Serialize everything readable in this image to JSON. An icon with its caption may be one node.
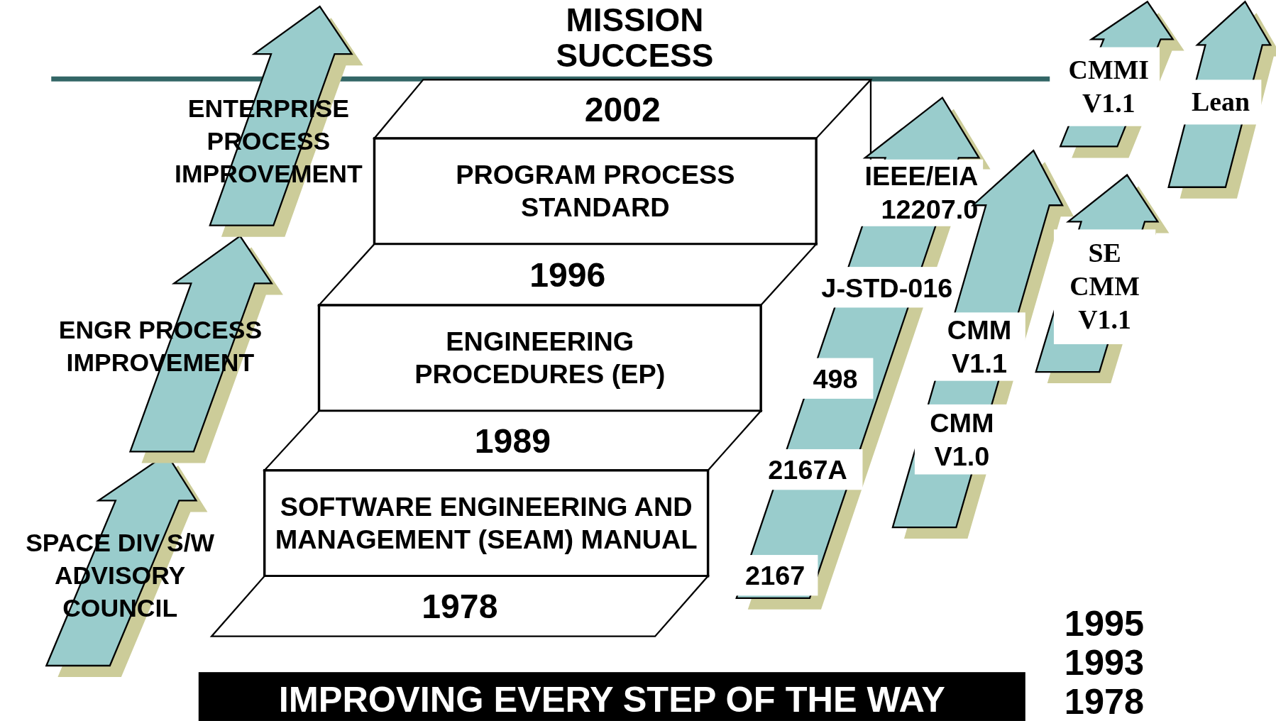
{
  "diagram": {
    "title": "MISSION SUCCESS",
    "caption": "IMPROVING EVERY STEP OF THE WAY",
    "nodes": [
      {
        "text": [
          "SPACE DIV S/W ADVISORY COUNCIL"
        ]
      },
      {
        "text": [
          "ENGR PROCESS IMPROVEMENT"
        ]
      },
      {
        "text": [
          "ENTERPRISE PROCESS IMPROVEMENT"
        ]
      },
      {
        "text": [
          "2002"
        ]
      },
      {
        "text": [
          "PROGRAM PROCESS STANDARD"
        ]
      },
      {
        "text": [
          "1996"
        ]
      },
      {
        "text": [
          "ENGINEERING PROCEDURES (EP)"
        ]
      },
      {
        "text": [
          "1989"
        ]
      },
      {
        "text": [
          "SOFTWARE ENGINEERING AND MANAGEMENT (SEAM) MANUAL"
        ]
      },
      {
        "text": [
          "1978"
        ]
      },
      {
        "text": [
          "IEEE/EIA 12207.0",
          "J-STD-016",
          "498",
          "2167A",
          "2167"
        ]
      },
      {
        "text": [
          "CMM V1.1",
          "CMM V1.0"
        ]
      },
      {
        "text": [
          "SE CMM V1.1"
        ]
      },
      {
        "text": [
          "CMMI V1.1"
        ]
      },
      {
        "text": [
          "Lean"
        ]
      }
    ],
    "labels": [
      "1995",
      "1993",
      "1978"
    ]
  }
}
